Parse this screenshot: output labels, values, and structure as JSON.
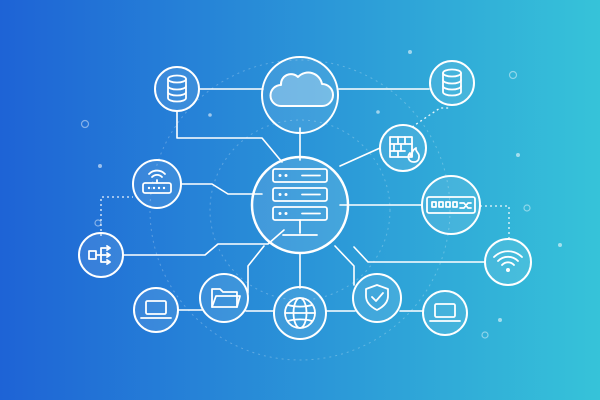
{
  "theme": {
    "gradient_start": "#1e63d6",
    "gradient_end": "#36c3d9",
    "stroke_color": "#ffffff"
  },
  "nodes": [
    {
      "id": "cloud",
      "icon": "cloud-icon"
    },
    {
      "id": "server",
      "icon": "server-rack-icon"
    },
    {
      "id": "database-left",
      "icon": "database-icon"
    },
    {
      "id": "database-right",
      "icon": "database-icon"
    },
    {
      "id": "firewall",
      "icon": "firewall-icon"
    },
    {
      "id": "router",
      "icon": "router-icon"
    },
    {
      "id": "switch",
      "icon": "network-switch-icon"
    },
    {
      "id": "share",
      "icon": "share-network-icon"
    },
    {
      "id": "wifi",
      "icon": "wifi-icon"
    },
    {
      "id": "laptop-left",
      "icon": "laptop-icon"
    },
    {
      "id": "folder",
      "icon": "folder-icon"
    },
    {
      "id": "globe",
      "icon": "globe-icon"
    },
    {
      "id": "security",
      "icon": "shield-check-icon"
    },
    {
      "id": "laptop-right",
      "icon": "laptop-icon"
    }
  ]
}
